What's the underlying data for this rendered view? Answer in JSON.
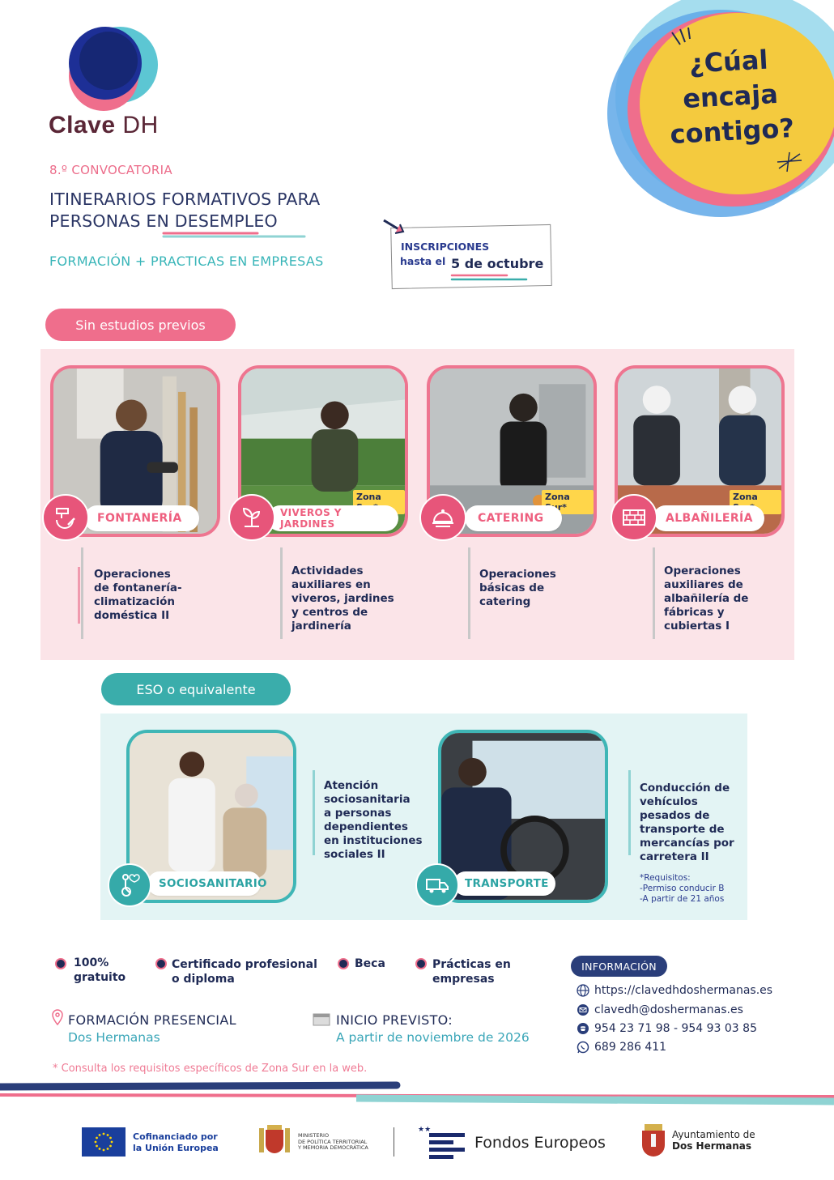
{
  "brand": {
    "name_bold": "Clave",
    "name_light": "DH"
  },
  "header": {
    "convocatoria": "8.º CONVOCATORIA",
    "title_line1": "ITINERARIOS FORMATIVOS PARA",
    "title_line2": "PERSONAS EN DESEMPLEO",
    "subtitle": "FORMACIÓN + PRACTICAS EN EMPRESAS",
    "inscripciones": "INSCRIPCIONES",
    "hasta": "hasta el",
    "date": "5 de octubre",
    "question_line1": "¿Cúal",
    "question_line2": "encaja",
    "question_line3": "contigo?"
  },
  "sections": {
    "pink_pill": "Sin estudios previos",
    "teal_pill": "ESO o equivalente"
  },
  "courses": [
    {
      "label": "FONTANERÍA",
      "desc": [
        "Operaciones",
        "de fontanería-",
        "climatización",
        "doméstica II"
      ],
      "zona": ""
    },
    {
      "label": "VIVEROS Y JARDINES",
      "desc": [
        "Actividades",
        "auxiliares en",
        "viveros, jardines",
        "y centros de",
        "jardinería"
      ],
      "zona": "Zona Sur*"
    },
    {
      "label": "CATERING",
      "desc": [
        "Operaciones",
        "básicas de",
        "catering"
      ],
      "zona": "Zona Sur*"
    },
    {
      "label": "ALBAÑILERÍA",
      "desc": [
        "Operaciones",
        "auxiliares de",
        "albañilería de",
        "fábricas y",
        "cubiertas I"
      ],
      "zona": "Zona Sur*"
    }
  ],
  "eso_courses": [
    {
      "label": "SOCIOSANITARIO",
      "desc": [
        "Atención",
        "sociosanitaria",
        "a personas",
        "dependientes",
        "en instituciones",
        "sociales II"
      ]
    },
    {
      "label": "TRANSPORTE",
      "desc": [
        "Conducción de",
        "vehículos",
        "pesados de",
        "transporte de",
        "mercancías por",
        "carretera II"
      ],
      "req": [
        "*Requisitos:",
        "-Permiso conducir B",
        "-A partir de 21 años"
      ]
    }
  ],
  "benefits": [
    {
      "line1": "100%",
      "line2": "gratuito"
    },
    {
      "line1": "Certificado profesional",
      "line2": "o diploma"
    },
    {
      "line1": "Beca",
      "line2": ""
    },
    {
      "line1": "Prácticas en",
      "line2": "empresas"
    }
  ],
  "details": {
    "formacion_label": "FORMACIÓN PRESENCIAL",
    "formacion_value": "Dos Hermanas",
    "inicio_label": "INICIO PREVISTO:",
    "inicio_value": "A partir de noviembre de 2026"
  },
  "info": {
    "title": "INFORMACIÓN",
    "web": "https://clavedhdoshermanas.es",
    "email": "clavedh@doshermanas.es",
    "phones": "954 23 71 98 - 954 93 03 85",
    "whatsapp": "689 286 411"
  },
  "note": "* Consulta los requisitos específicos de Zona Sur en la web.",
  "footer": {
    "eu_line1": "Cofinanciado por",
    "eu_line2": "la Unión Europea",
    "min_line1": "MINISTERIO",
    "min_line2": "DE POLÍTICA TERRITORIAL",
    "min_line3": "Y MEMORIA DEMOCRÁTICA",
    "fondos": "Fondos Europeos",
    "ayto_line1": "Ayuntamiento de",
    "ayto_line2": "Dos Hermanas"
  },
  "colors": {
    "pink": "#ef6e8c",
    "teal": "#3aadab",
    "navy": "#1f2a55",
    "yellow": "#f4ca3e"
  }
}
